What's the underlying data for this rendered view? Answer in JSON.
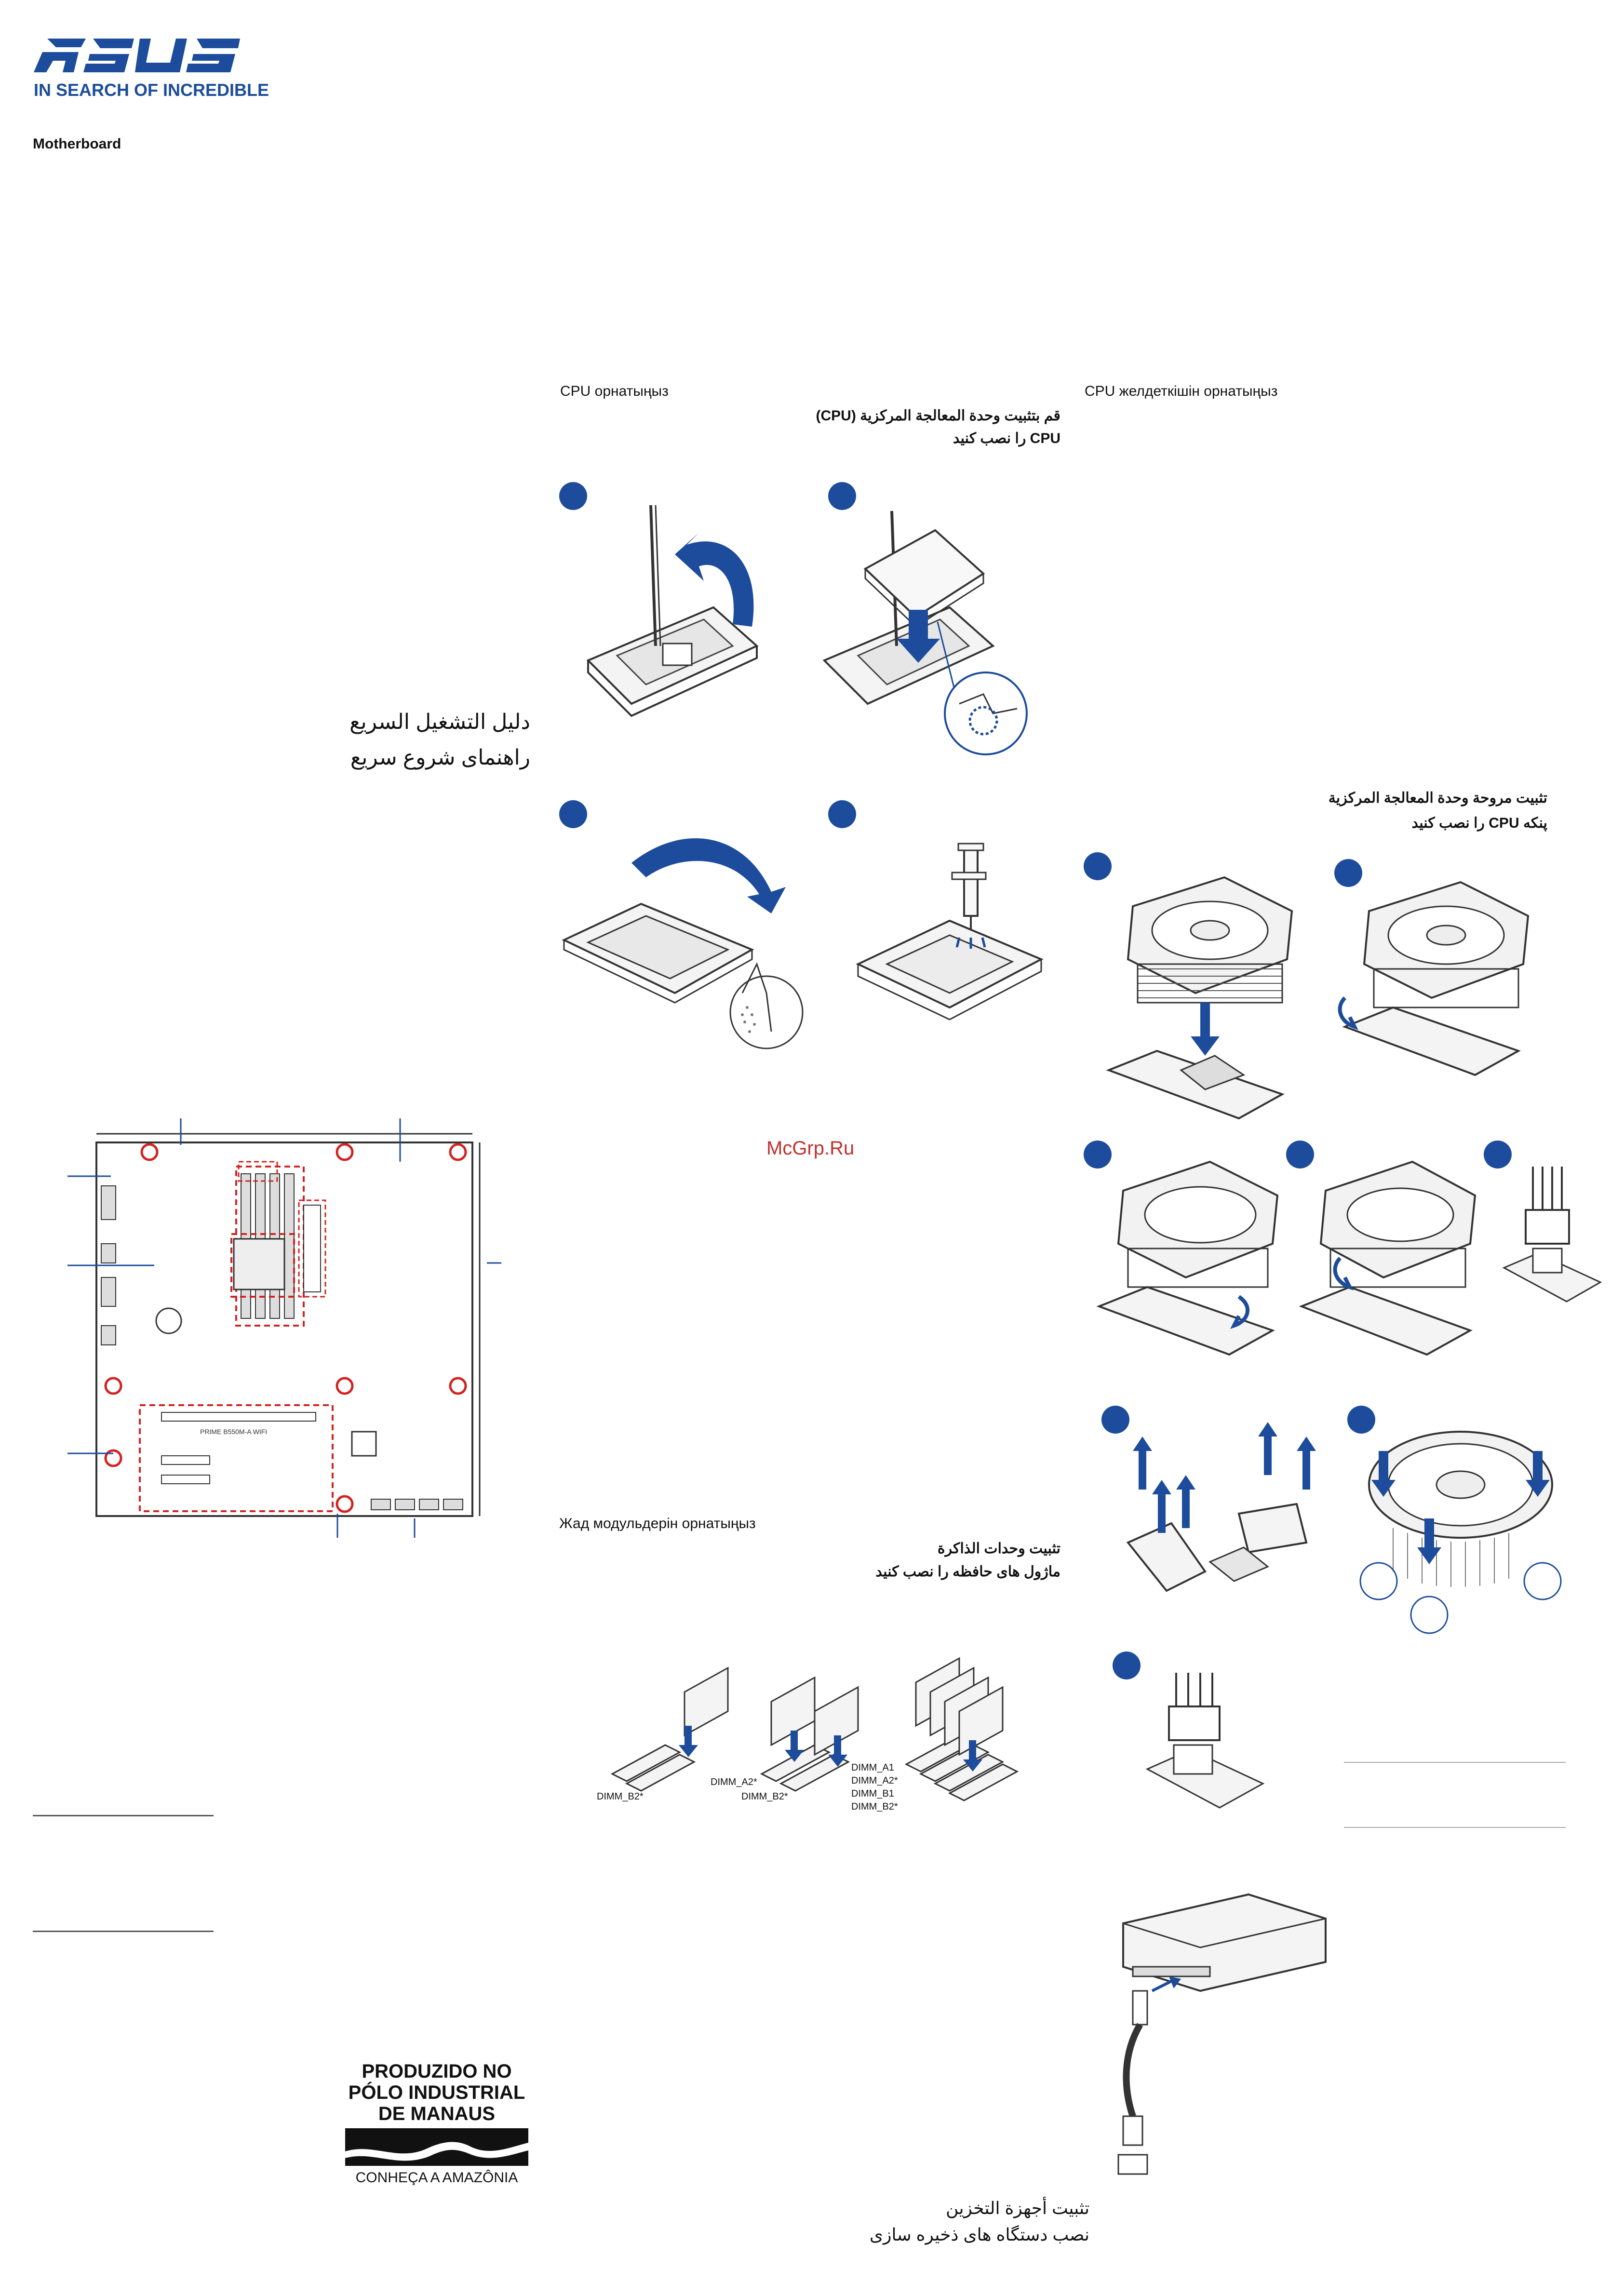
{
  "brand": {
    "logo_text": "ASUS",
    "tagline": "IN SEARCH OF INCREDIBLE",
    "product_type": "Motherboard",
    "brand_color": "#1c4c9b"
  },
  "title": {
    "arabic": "دليل التشغيل السريع",
    "persian": "راهنمای شروع سریع"
  },
  "sections": {
    "cpu": {
      "kazakh": "CPU орнатыңыз",
      "arabic": "قم بتثبيت وحدة المعالجة المركزية (CPU)",
      "persian": "CPU را نصب کنید"
    },
    "cooler": {
      "kazakh": "CPU желдеткішін орнатыңыз",
      "arabic": "تثبيت مروحة وحدة المعالجة المركزية",
      "persian": "پنکه CPU را نصب کنید"
    },
    "memory": {
      "kazakh": "Жад модульдерін орнатыңыз",
      "arabic": "تثبيت وحدات الذاكرة",
      "persian": "ماژول های حافظه را نصب کنید"
    },
    "storage": {
      "arabic": "تثبيت أجهزة التخزين",
      "persian": "نصب دستگاه های ذخیره سازی"
    }
  },
  "dimm_labels": {
    "one": [
      "DIMM_B2*"
    ],
    "two": [
      "DIMM_A2*",
      "DIMM_B2*"
    ],
    "four": [
      "DIMM_A1",
      "DIMM_A2*",
      "DIMM_B1",
      "DIMM_B2*"
    ]
  },
  "board_model": "PRIME B550M-A WIFI",
  "watermark": "McGrp.Ru",
  "manaus": {
    "line1": "PRODUZIDO NO",
    "line2": "PÓLO INDUSTRIAL",
    "line3": "DE MANAUS",
    "footer": "CONHEÇA A AMAZÔNIA"
  },
  "icons": [
    "asus-logo",
    "socket-lever-icon",
    "cpu-place-icon",
    "thermal-paste-icon",
    "fan-cooler-icon",
    "fan-header-icon",
    "dimm-slot-icon",
    "sata-cable-icon"
  ],
  "colors": {
    "accent": "#1c4c9b",
    "marker_red": "#d22222",
    "watermark_red": "#c0302b"
  }
}
